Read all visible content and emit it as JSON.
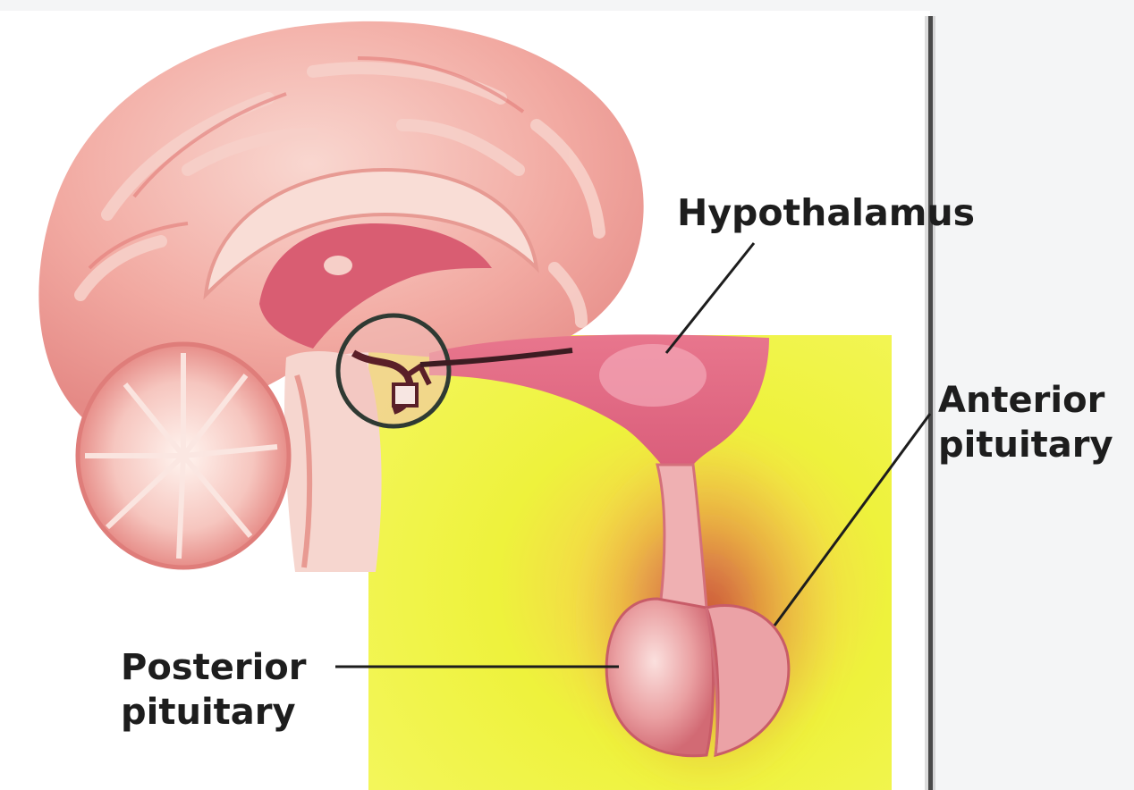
{
  "labels": {
    "hypothalamus": "Hypothalamus",
    "anterior_line1": "Anterior",
    "anterior_line2": "pituitary",
    "posterior_line1": "Posterior",
    "posterior_line2": "pituitary"
  },
  "colors": {
    "background": "#f4f5f6",
    "panel": "#ffffff",
    "inset_yellow": "#eef23c",
    "brain_pink": "#f0a7a0",
    "brain_light": "#f8d2cc",
    "hypothalamus_pink": "#e0708a",
    "gland_pink": "#e8909a",
    "gland_glow": "#c0392b",
    "leader_line": "#1d1d1d"
  }
}
